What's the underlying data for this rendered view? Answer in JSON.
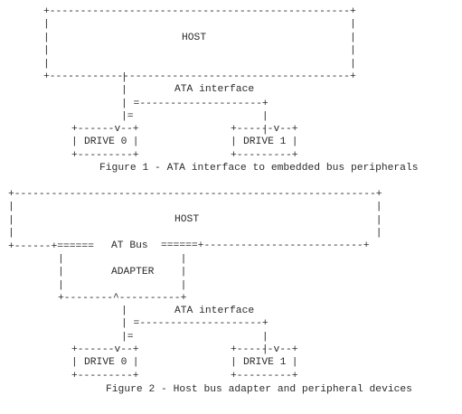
{
  "figure1": {
    "host_label": "HOST",
    "interface_label": "ATA interface",
    "drive_0_label": "DRIVE 0",
    "drive_1_label": "DRIVE 1",
    "caption": "Figure 1 - ATA interface to embedded bus peripherals"
  },
  "figure2": {
    "host_label": "HOST",
    "bus_label": "AT Bus",
    "adapter_label": "ADAPTER",
    "interface_label": "ATA interface",
    "drive_0_label": "DRIVE 0",
    "drive_1_label": "DRIVE 1",
    "caption": "Figure 2 - Host bus adapter and peripheral devices"
  }
}
